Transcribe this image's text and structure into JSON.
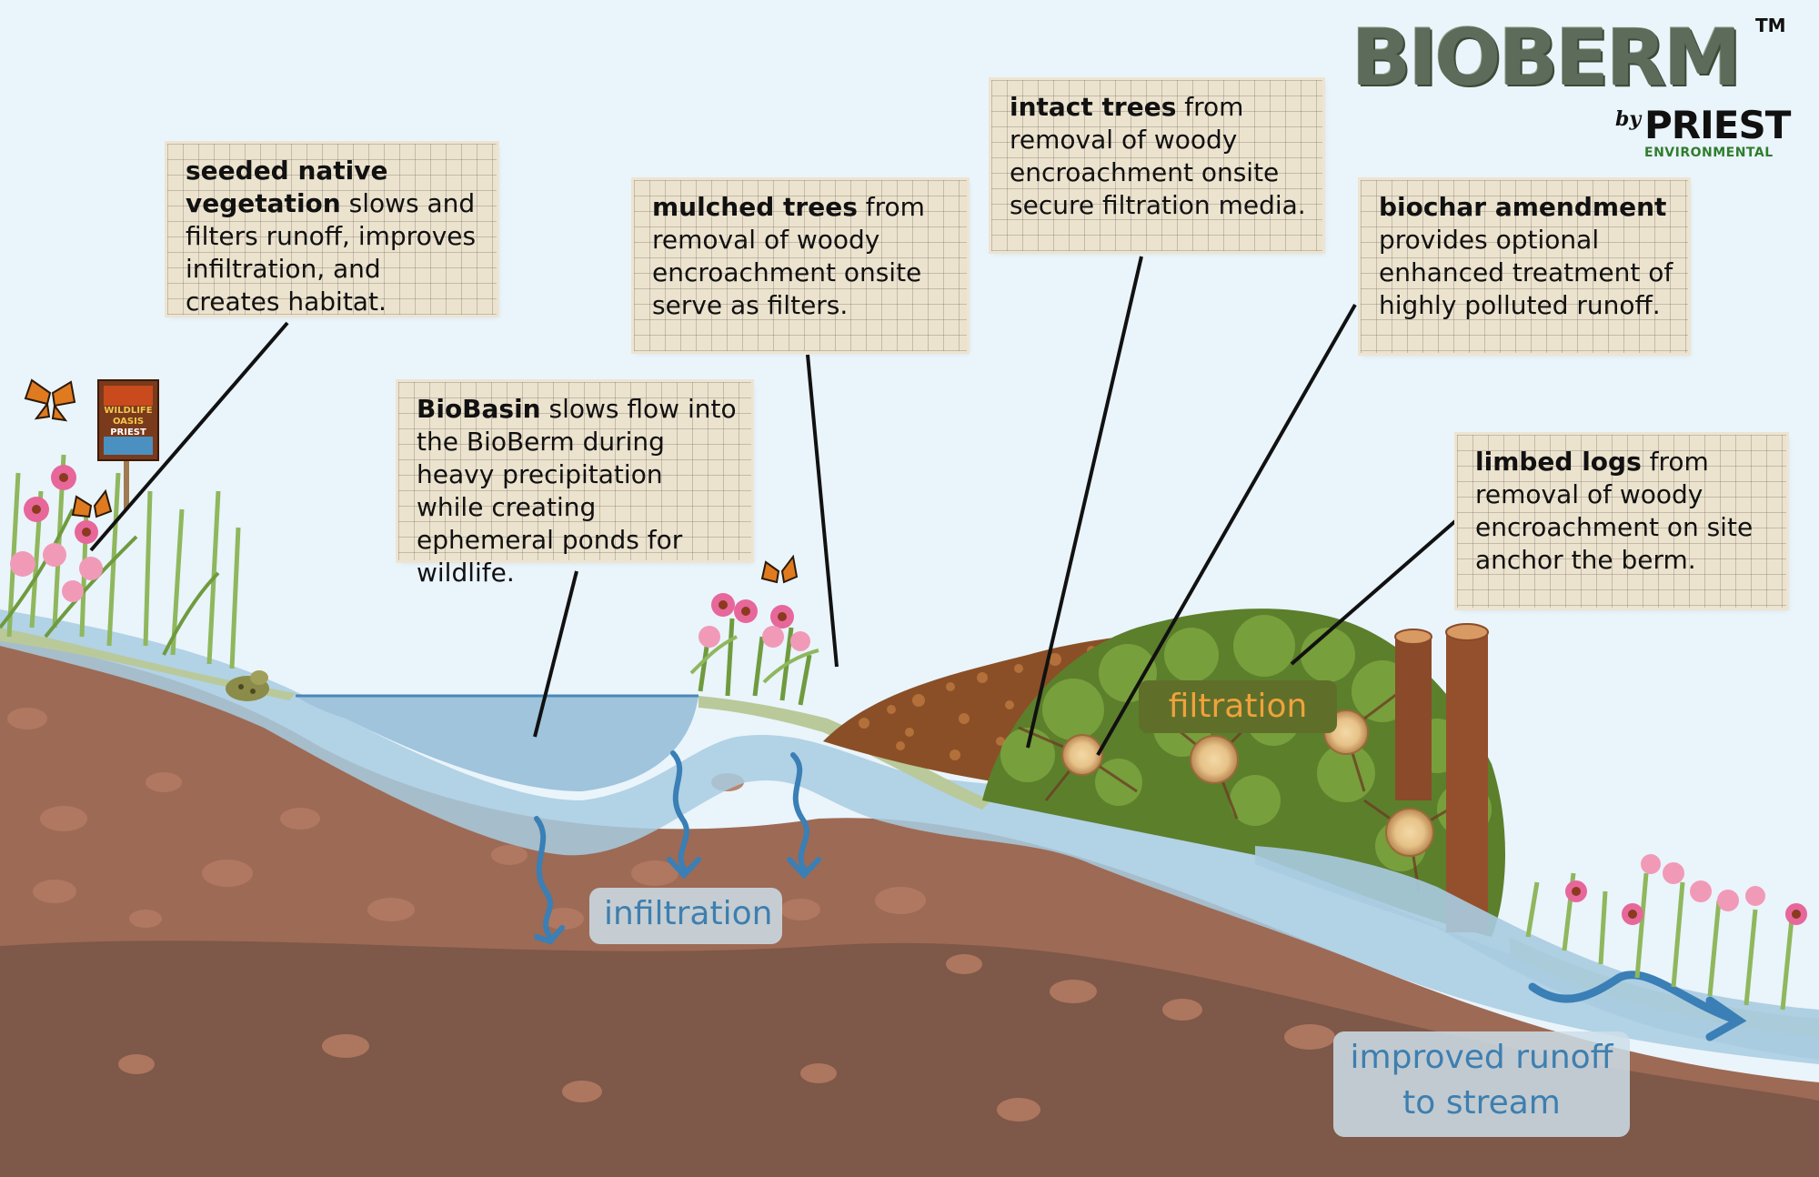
{
  "logo": {
    "wordmark": "BIOBERM",
    "tm": "TM",
    "by": "by",
    "company": "PRIEST",
    "company_sub": "ENVIRONMENTAL"
  },
  "sign": {
    "line1": "WILDLIFE",
    "line2": "OASIS",
    "brand": "PRIEST"
  },
  "callouts": {
    "vegetation": {
      "bold": "seeded native vegetation",
      "text": " slows and filters runoff, improves infiltration, and creates habitat."
    },
    "mulch": {
      "bold": "mulched trees",
      "text": " from removal of woody encroachment onsite serve as filters."
    },
    "intact": {
      "bold": "intact trees",
      "text": " from removal of woody encroachment onsite secure filtration media."
    },
    "biochar": {
      "bold": "biochar amendment",
      "text": " provides optional enhanced treatment of highly polluted runoff."
    },
    "basin": {
      "bold": "BioBasin",
      "text": " slows flow into the BioBerm during heavy precipitation while creating ephemeral ponds for wildlife."
    },
    "logs": {
      "bold": "limbed logs",
      "text": " from removal of woody encroachment on site anchor the berm."
    }
  },
  "labels": {
    "infiltration": "infiltration",
    "filtration": "filtration",
    "runoff_line1": "improved runoff",
    "runoff_line2": "to stream"
  },
  "colors": {
    "sky": "#eaf4fb",
    "soil_light": "#9d6a55",
    "soil_dark": "#7e5848",
    "water": "#a8cbe0",
    "note_paper": "#ece3cf",
    "arrow_blue": "#3a7fb5",
    "filtration_text": "#f0a23b"
  }
}
